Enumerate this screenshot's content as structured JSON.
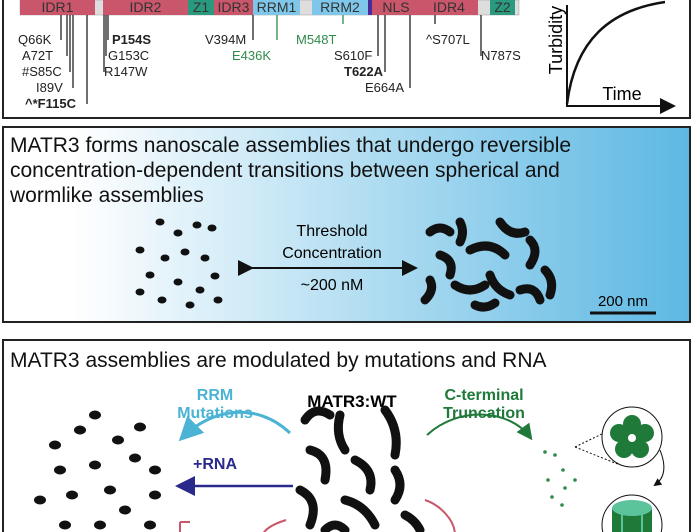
{
  "panel1": {
    "domains": [
      {
        "label": "IDR1",
        "color": "#c9566a"
      },
      {
        "label": "IDR2",
        "color": "#c9566a"
      },
      {
        "label": "Z1",
        "color": "#2a9a7e"
      },
      {
        "label": "IDR3",
        "color": "#c9566a"
      },
      {
        "label": "RRM1",
        "color": "#7fc7ea"
      },
      {
        "label": "RRM2",
        "color": "#7fc7ea"
      },
      {
        "label": "NLS",
        "color": "#c9566a"
      },
      {
        "label": "IDR4",
        "color": "#c9566a"
      },
      {
        "label": "Z2",
        "color": "#2a9a7e"
      }
    ],
    "mutations": [
      "Q66K",
      "A72T",
      "#S85C",
      "I89V",
      "^*F115C",
      "P154S",
      "G153C",
      "R147W",
      "V394M",
      "E436K",
      "M548T",
      "S610F",
      "T622A",
      "E664A",
      "^S707L",
      "N787S"
    ],
    "graph": {
      "ylabel": "Turbidity",
      "xlabel": "Time"
    }
  },
  "panel2": {
    "title_lines": [
      "MATR3 forms nanoscale assemblies that undergo reversible",
      "concentration-dependent transitions between spherical and",
      "wormlike assemblies"
    ],
    "arrow_label": [
      "Threshold",
      "Concentration",
      "~200 nM"
    ],
    "scale_bar": "200 nm",
    "colors": {
      "gradient_end": "#5db8e3"
    }
  },
  "panel3": {
    "title": "MATR3 assemblies are modulated by mutations and RNA",
    "center_label": "MATR3:WT",
    "rrm_label": [
      "RRM",
      "Mutations"
    ],
    "rna_label": "+RNA",
    "ct_label": [
      "C-terminal",
      "Truncation"
    ],
    "colors": {
      "rrm": "#4bb3d4",
      "rna": "#2a2a8c",
      "ct": "#1f7a3a",
      "inhibit": "#c9566a"
    }
  }
}
